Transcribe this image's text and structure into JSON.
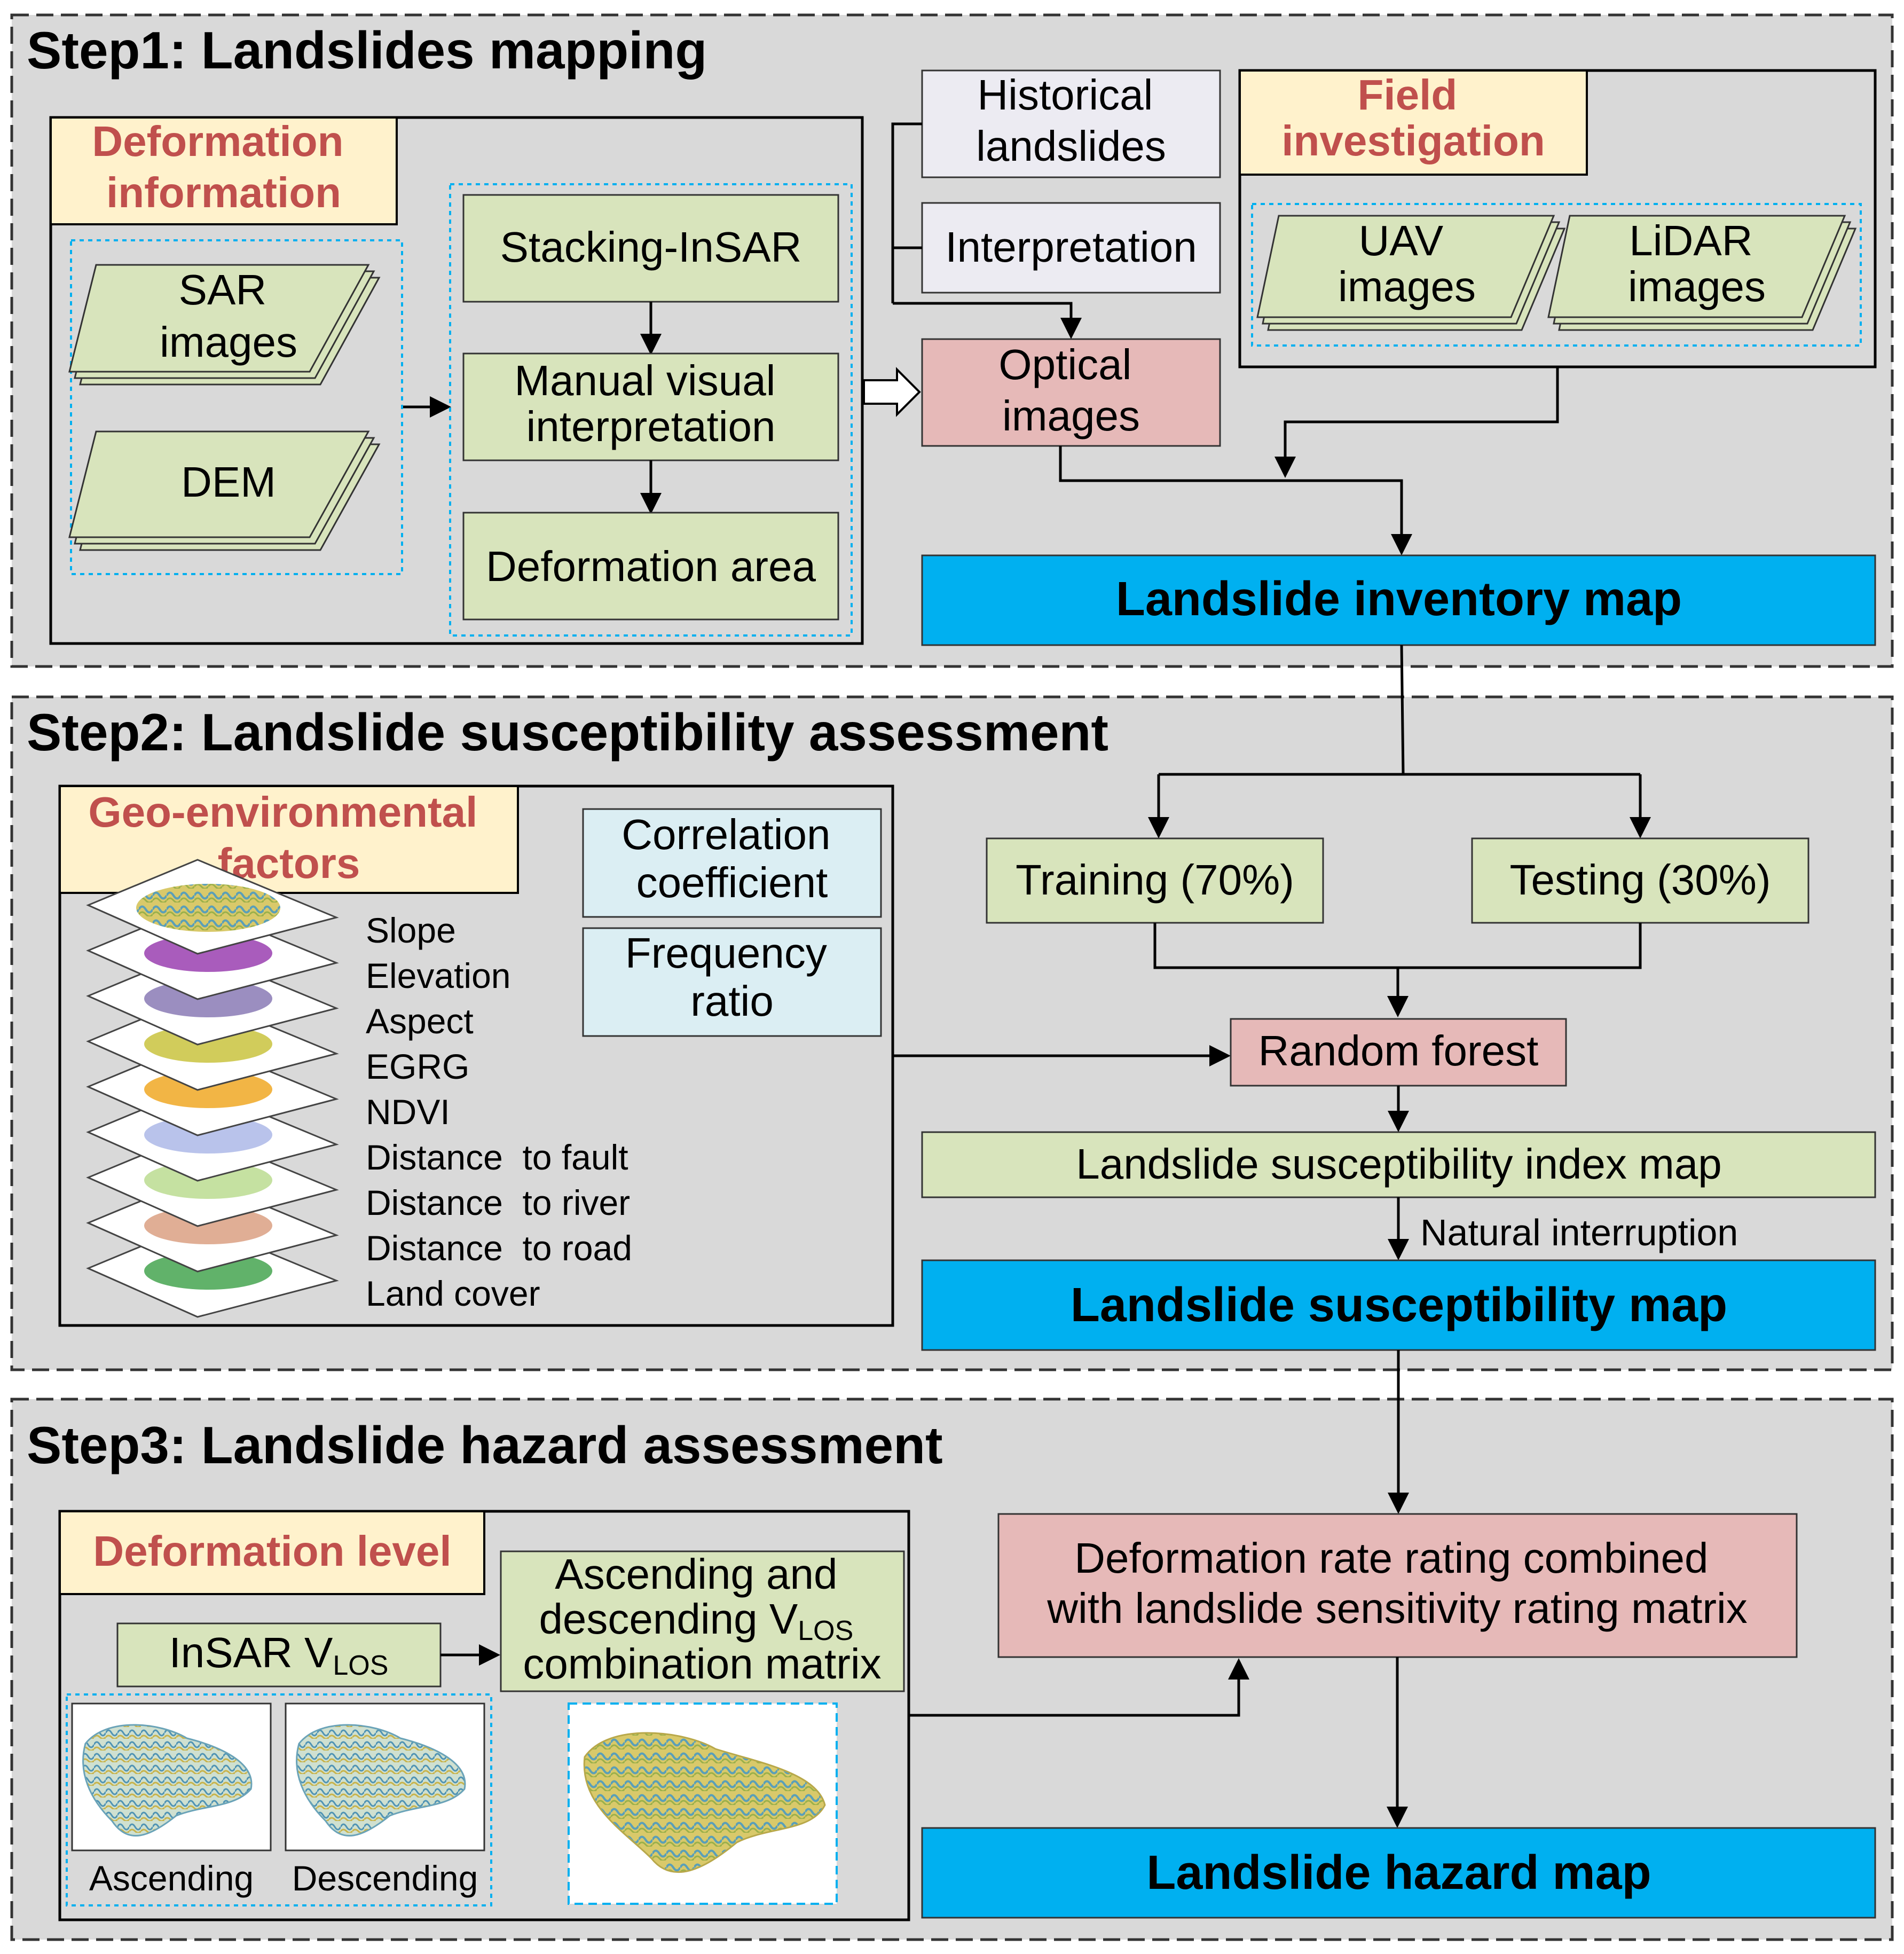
{
  "steps": {
    "step1": "Step1: Landslides mapping",
    "step2": "Step2: Landslide susceptibility assessment",
    "step3": "Step3: Landslide hazard assessment"
  },
  "step1": {
    "deformation_info": [
      "Deformation",
      "information"
    ],
    "sar_images": [
      "SAR",
      "images"
    ],
    "dem": "DEM",
    "stacking_insar": "Stacking-InSAR",
    "manual_visual": [
      "Manual visual",
      "interpretation"
    ],
    "deformation_area": "Deformation area",
    "historical_landslides": [
      "Historical",
      "landslides"
    ],
    "interpretation": "Interpretation",
    "optical_images": [
      "Optical",
      "images"
    ],
    "field_investigation": [
      "Field",
      "investigation"
    ],
    "uav_images": [
      "UAV",
      "images"
    ],
    "lidar_images": [
      "LiDAR",
      "images"
    ],
    "inventory_map": "Landslide inventory map"
  },
  "step2": {
    "geo_factors": [
      "Geo-environmental",
      "factors"
    ],
    "factor_list": [
      "Slope",
      "Elevation",
      "Aspect",
      "EGRG",
      "NDVI",
      "Distance  to fault",
      "Distance  to river",
      "Distance  to road",
      "Land cover"
    ],
    "correlation": [
      "Correlation",
      "coefficient"
    ],
    "frequency": [
      "Frequency",
      "ratio"
    ],
    "training": "Training (70%)",
    "testing": "Testing (30%)",
    "random_forest": "Random forest",
    "index_map": "Landslide susceptibility index map",
    "natural_interruption": "Natural interruption",
    "susceptibility_map": "Landslide susceptibility map"
  },
  "step3": {
    "deformation_level": "Deformation level",
    "insar_vlos": {
      "main": "InSAR V",
      "sub": "LOS"
    },
    "asc_desc": {
      "line1": "Ascending and",
      "line2_main": "descending V",
      "line2_sub": "LOS",
      "line3": "combination matrix"
    },
    "ascending": "Ascending",
    "descending": "Descending",
    "rating": [
      "Deformation rate rating combined",
      "with landslide sensitivity rating matrix"
    ],
    "hazard_map": "Landslide hazard map"
  },
  "colors": {
    "panel_bg": "#d9d9d9",
    "green_box": "#d8e4bc",
    "lavender_box": "#ecebf2",
    "pink_box": "#e6b9b8",
    "blue_box": "#00b0f0",
    "lightblue_box": "#dbeef3",
    "label_yellow": "#fff2cc",
    "label_red_text": "#c0504d",
    "dotted_blue": "#00b0f0"
  }
}
